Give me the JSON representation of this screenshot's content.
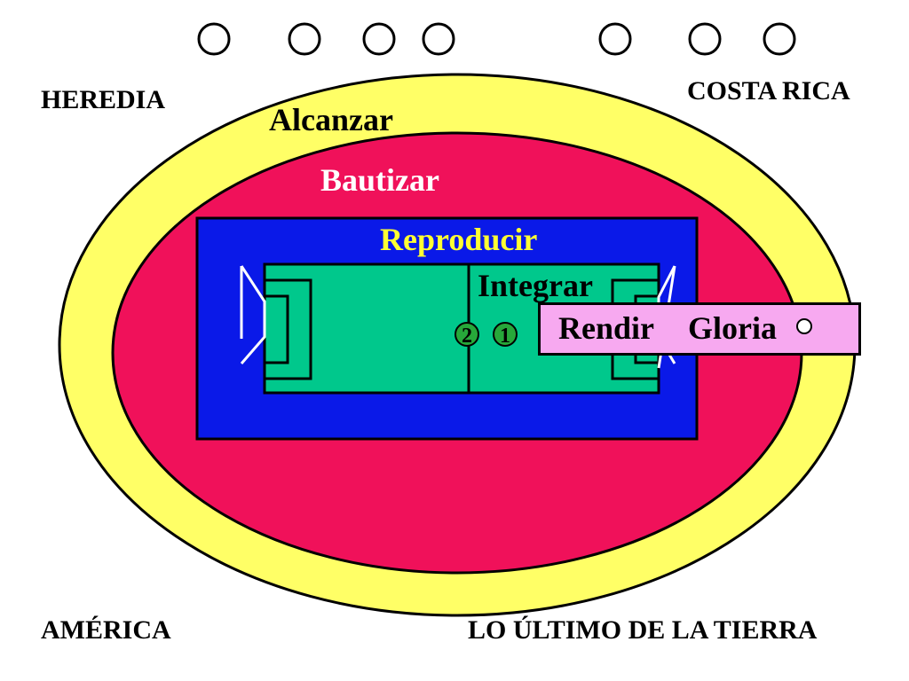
{
  "labels": {
    "heredia": "HEREDIA",
    "costa_rica": "COSTA RICA",
    "america": "AMÉRICA",
    "ultimo": "LO ÚLTIMO DE LA TIERRA"
  },
  "rings": {
    "alcanzar": "Alcanzar",
    "bautizar": "Bautizar",
    "reproducir": "Reproducir",
    "integrar": "Integrar"
  },
  "markers": {
    "two": "2",
    "one": "1"
  },
  "box": {
    "rendir": "Rendir",
    "gloria": "Gloria"
  },
  "colors": {
    "outer_ring": "#ffff66",
    "middle_ring": "#f0115a",
    "inner_field": "#0a19e8",
    "pitch": "#00c88c",
    "marker": "#27a83a",
    "box": "#f7a9f0"
  }
}
